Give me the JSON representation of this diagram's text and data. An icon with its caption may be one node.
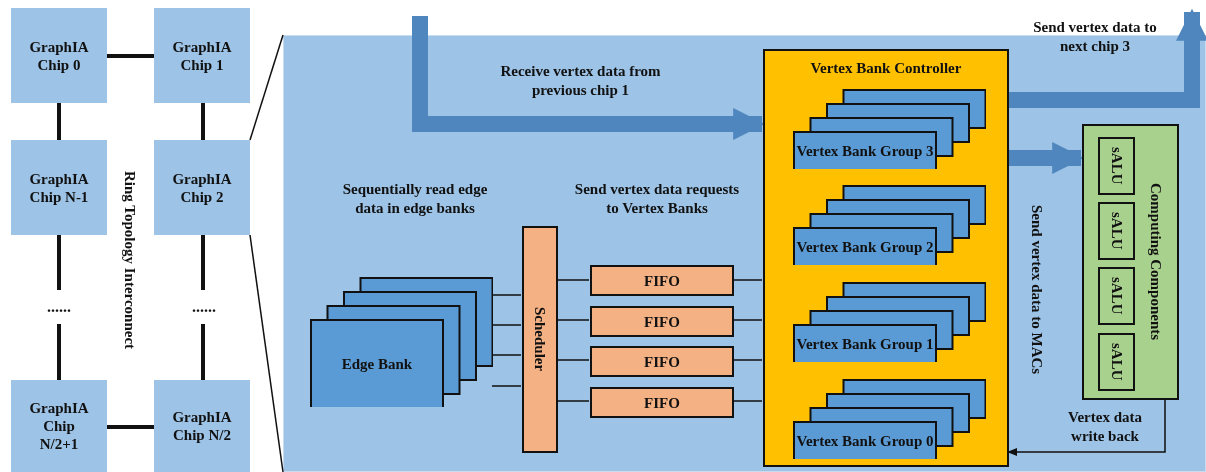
{
  "diagram": {
    "nodes": [
      {
        "text": [
          "GraphIA Chip 0"
        ]
      },
      {
        "text": [
          "GraphIA Chip 1"
        ]
      },
      {
        "text": [
          "GraphIA Chip N-1"
        ]
      },
      {
        "text": [
          "GraphIA Chip 2"
        ]
      },
      {
        "text": [
          "......"
        ]
      },
      {
        "text": [
          "......"
        ]
      },
      {
        "text": [
          "GraphIA Chip N/2+1"
        ]
      },
      {
        "text": [
          "GraphIA Chip N/2"
        ]
      },
      {
        "text": [],
        "shape": "box"
      },
      {
        "text": [
          "Edge Bank"
        ],
        "in": 8
      },
      {
        "text": [
          "Scheduler"
        ],
        "in": 8
      },
      {
        "text": [
          "FIFO"
        ],
        "in": 8
      },
      {
        "text": [
          "FIFO"
        ],
        "in": 8
      },
      {
        "text": [
          "FIFO"
        ],
        "in": 8
      },
      {
        "text": [
          "FIFO"
        ],
        "in": 8
      },
      {
        "text": [
          "Vertex Bank Controller"
        ],
        "in": 8
      },
      {
        "text": [
          "Vertex Bank Group 3"
        ],
        "in": 15
      },
      {
        "text": [
          "Vertex Bank Group 2"
        ],
        "in": 15
      },
      {
        "text": [
          "Vertex Bank Group 1"
        ],
        "in": 15
      },
      {
        "text": [
          "Vertex Bank Group 0"
        ],
        "in": 15
      },
      {
        "text": [
          "Computing Components"
        ],
        "in": 8
      },
      {
        "text": [
          "sALU"
        ],
        "in": 20
      },
      {
        "text": [
          "sALU"
        ],
        "in": 20
      },
      {
        "text": [
          "sALU"
        ],
        "in": 20
      },
      {
        "text": [
          "sALU"
        ],
        "in": 20
      }
    ],
    "edges": [
      {
        "from": 0,
        "to": 1,
        "arrow": "none",
        "style": "thick"
      },
      {
        "from": 0,
        "to": 2,
        "arrow": "none",
        "style": "thick"
      },
      {
        "from": 1,
        "to": 3,
        "arrow": "none",
        "style": "thick"
      },
      {
        "from": 2,
        "to": 4,
        "arrow": "none",
        "style": "thick"
      },
      {
        "from": 3,
        "to": 5,
        "arrow": "none",
        "style": "thick"
      },
      {
        "from": 4,
        "to": 6,
        "arrow": "none",
        "style": "thick"
      },
      {
        "from": 5,
        "to": 7,
        "arrow": "none",
        "style": "thick"
      },
      {
        "from": 6,
        "to": 7,
        "arrow": "none",
        "style": "thick"
      },
      {
        "from": 3,
        "to": 8,
        "arrow": "none"
      },
      {
        "from": 3,
        "to": 8,
        "arrow": "none"
      },
      {
        "from": 9,
        "to": 10,
        "arrow": "none"
      },
      {
        "from": 9,
        "to": 10,
        "arrow": "none"
      },
      {
        "from": 9,
        "to": 10,
        "arrow": "none"
      },
      {
        "from": 9,
        "to": 10,
        "arrow": "none"
      },
      {
        "from": 10,
        "to": 11,
        "arrow": "none"
      },
      {
        "from": 10,
        "to": 12,
        "arrow": "none"
      },
      {
        "from": 10,
        "to": 13,
        "arrow": "none"
      },
      {
        "from": 10,
        "to": 14,
        "arrow": "none"
      },
      {
        "from": 11,
        "to": 15,
        "arrow": "none"
      },
      {
        "from": 12,
        "to": 15,
        "arrow": "none"
      },
      {
        "from": 13,
        "to": 15,
        "arrow": "none"
      },
      {
        "from": 14,
        "to": 15,
        "arrow": "none"
      },
      {
        "from": null,
        "to": 15,
        "arrow": "to",
        "label": "Receive vertex data from previous chip 1",
        "style": "thick",
        "color": "#4f86bd"
      },
      {
        "from": 15,
        "to": null,
        "arrow": "to",
        "label": "Send vertex data to next chip 3",
        "style": "thick",
        "color": "#4f86bd"
      },
      {
        "from": 15,
        "to": 20,
        "arrow": "to",
        "label": "Send vertex data to MACs",
        "style": "thick",
        "color": "#4f86bd"
      },
      {
        "from": 20,
        "to": 15,
        "arrow": "to",
        "label": "Vertex data write back"
      }
    ],
    "labels": [
      "Ring Topology Interconnect",
      "Sequentially read edge data in edge banks",
      "Send vertex data requests to Vertex Banks"
    ]
  }
}
